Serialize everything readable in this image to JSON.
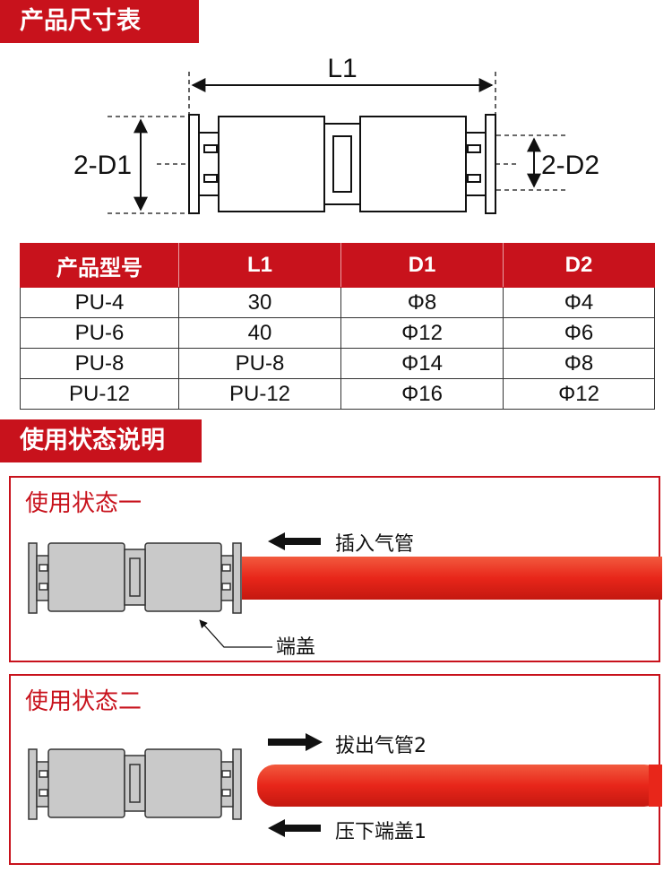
{
  "section_spec": {
    "title": "产品尺寸表"
  },
  "diagram": {
    "label_l1": "L1",
    "label_d1": "2-D1",
    "label_d2": "2-D2"
  },
  "table": {
    "headers": [
      "产品型号",
      "L1",
      "D1",
      "D2"
    ],
    "rows": [
      [
        "PU-4",
        "30",
        "Φ8",
        "Φ4"
      ],
      [
        "PU-6",
        "40",
        "Φ12",
        "Φ6"
      ],
      [
        "PU-8",
        "PU-8",
        "Φ14",
        "Φ8"
      ],
      [
        "PU-12",
        "PU-12",
        "Φ16",
        "Φ12"
      ]
    ]
  },
  "section_usage": {
    "title": "使用状态说明"
  },
  "state1": {
    "title": "使用状态一",
    "insert_label": "插入气管",
    "cap_label": "端盖"
  },
  "state2": {
    "title": "使用状态二",
    "pull_label": "拔出气管2",
    "press_label": "压下端盖1"
  },
  "colors": {
    "accent": "#c8121c",
    "tube": "#e8261a",
    "connector": "#c9c9c9"
  }
}
